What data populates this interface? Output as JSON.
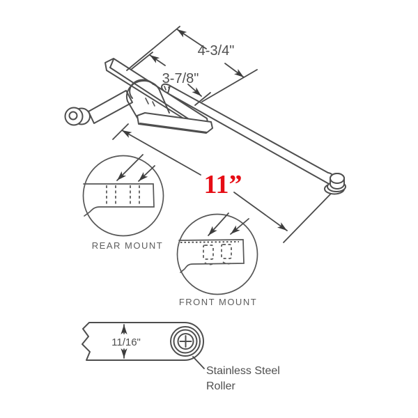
{
  "colors": {
    "background": "#ffffff",
    "line": "#4e4e4e",
    "label": "#4f4f4f",
    "accent_red": "#e60d15"
  },
  "assembly": {
    "dim_track": "4-3/4\"",
    "dim_body": "3-7/8\"",
    "dim_arm_length": "11”"
  },
  "details": {
    "rear_mount_label": "REAR MOUNT",
    "front_mount_label": "FRONT MOUNT"
  },
  "arm_end": {
    "dim_width": "11/16\"",
    "roller_label_line1": "Stainless Steel",
    "roller_label_line2": "Roller"
  }
}
